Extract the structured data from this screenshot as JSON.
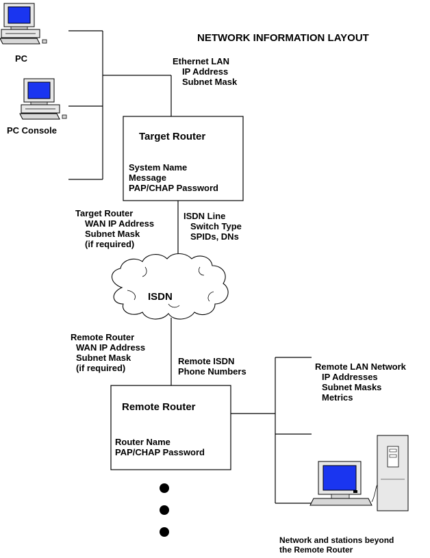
{
  "title": "NETWORK INFORMATION LAYOUT",
  "devices": {
    "pc_label": "PC",
    "pc_console_label": "PC Console"
  },
  "ethernet": {
    "heading": "Ethernet LAN",
    "lines": [
      "IP Address",
      "Subnet Mask"
    ]
  },
  "target_router": {
    "title": "Target Router",
    "fields": [
      "System Name",
      "Message",
      "PAP/CHAP Password"
    ]
  },
  "target_wan": {
    "heading": "Target Router",
    "lines": [
      "WAN IP Address",
      "Subnet Mask",
      "(if required)"
    ]
  },
  "isdn_line": {
    "heading": "ISDN Line",
    "lines": [
      "Switch Type",
      "SPIDs, DNs"
    ]
  },
  "cloud": {
    "label": "ISDN"
  },
  "remote_wan": {
    "heading": "Remote Router",
    "lines": [
      "WAN IP Address",
      "Subnet Mask",
      "(if required)"
    ]
  },
  "remote_isdn": {
    "lines": [
      "Remote ISDN",
      "Phone Numbers"
    ]
  },
  "remote_router": {
    "title": "Remote Router",
    "fields": [
      "Router Name",
      "PAP/CHAP Password"
    ]
  },
  "remote_lan": {
    "heading": "Remote LAN Network",
    "lines": [
      "IP Addresses",
      "Subnet Masks",
      "Metrics"
    ]
  },
  "beyond": {
    "lines": [
      "Network and stations beyond",
      "the Remote Router"
    ]
  },
  "colors": {
    "screen": "#1a35f0",
    "line": "#000000",
    "device_body": "#e8e8e8"
  }
}
